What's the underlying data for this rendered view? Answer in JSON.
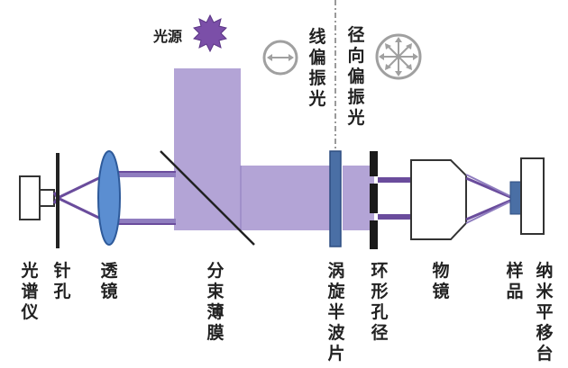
{
  "labels": {
    "light_source": "光源",
    "linear_polarized": "线偏振光",
    "radial_polarized": "径向偏振光",
    "spectrometer": "光谱仪",
    "pinhole": "针孔",
    "lens": "透镜",
    "beam_splitter": "分束薄膜",
    "vortex_plate": "涡旋半波片",
    "annular_aperture": "环形孔径",
    "objective": "物镜",
    "sample": "样品",
    "nano_stage": "纳米平移台"
  },
  "colors": {
    "beam_fill": "#b3a4d6",
    "beam_edge": "#6a4c9c",
    "lens_fill": "#5b8ed1",
    "plate_fill": "#4a6fa5",
    "star_fill": "#7b4fa8",
    "polarizer_gray": "#a0a0a0",
    "text": "#222222"
  }
}
